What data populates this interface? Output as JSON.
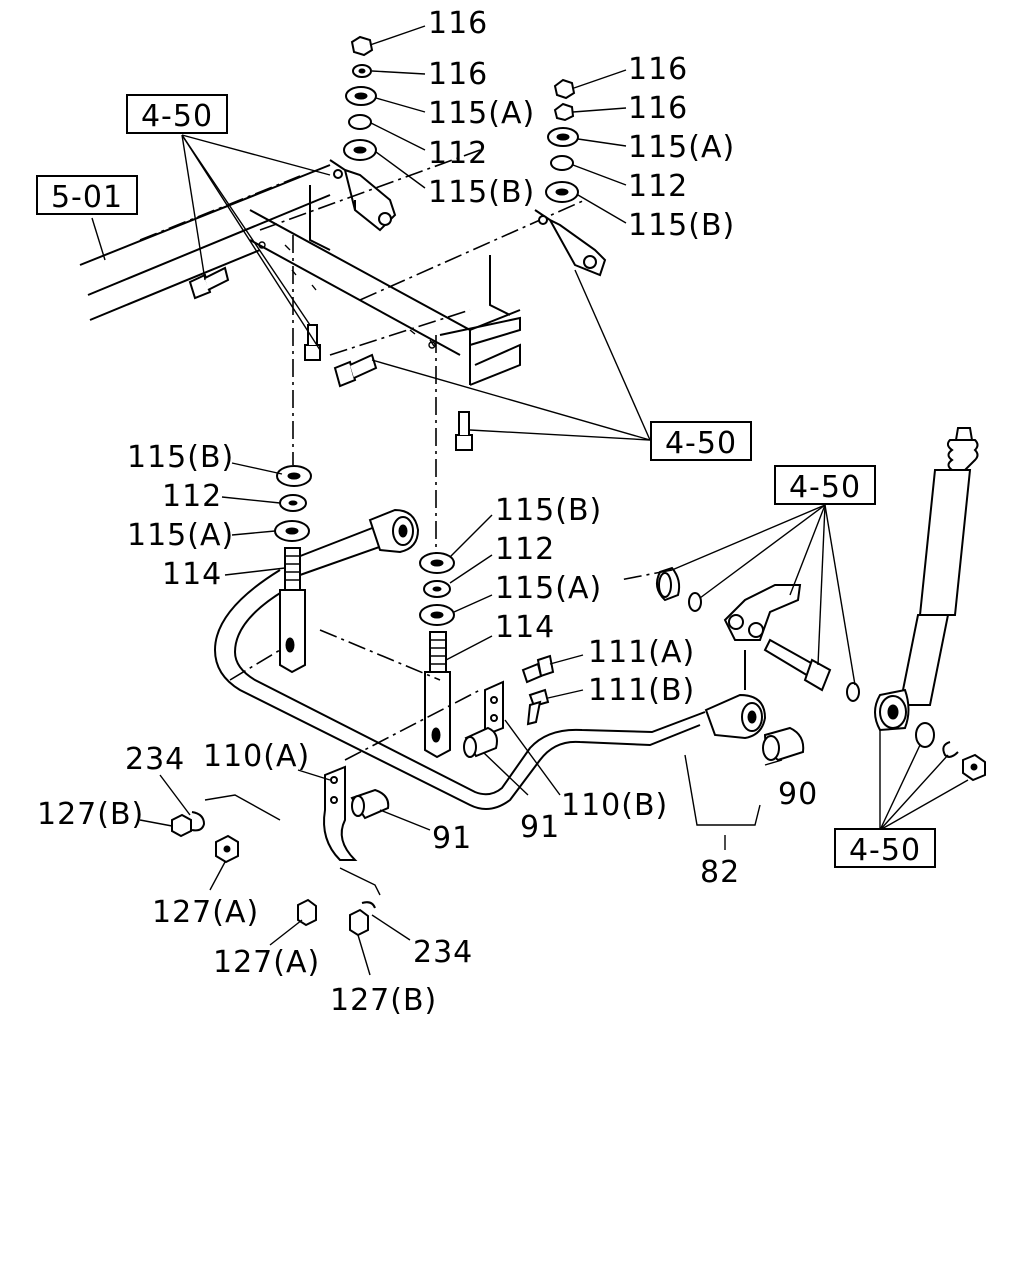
{
  "diagram": {
    "labels": {
      "l116a": "116",
      "l116b": "116",
      "l115a_top": "115(A)",
      "l112_top": "112",
      "l115b_top": "115(B)",
      "r116a": "116",
      "r116b": "116",
      "r115a_top": "115(A)",
      "r112_top": "112",
      "r115b_top": "115(B)",
      "l115b_mid": "115(B)",
      "l112_mid": "112",
      "l115a_mid": "115(A)",
      "l114": "114",
      "r115b_mid": "115(B)",
      "r112_mid": "112",
      "r115a_mid": "115(A)",
      "r114": "114",
      "p111a": "111(A)",
      "p111b": "111(B)",
      "p234a": "234",
      "p110a": "110(A)",
      "p127b_a": "127(B)",
      "p91a": "91",
      "p91b": "91",
      "p110b": "110(B)",
      "p90": "90",
      "p82": "82",
      "p127a_a": "127(A)",
      "p127a_b": "127(A)",
      "p234b": "234",
      "p127b_b": "127(B)"
    },
    "refs": {
      "ref_a": "4-50",
      "ref_b": "5-01",
      "ref_c": "4-50",
      "ref_d": "4-50",
      "ref_e": "4-50"
    }
  }
}
